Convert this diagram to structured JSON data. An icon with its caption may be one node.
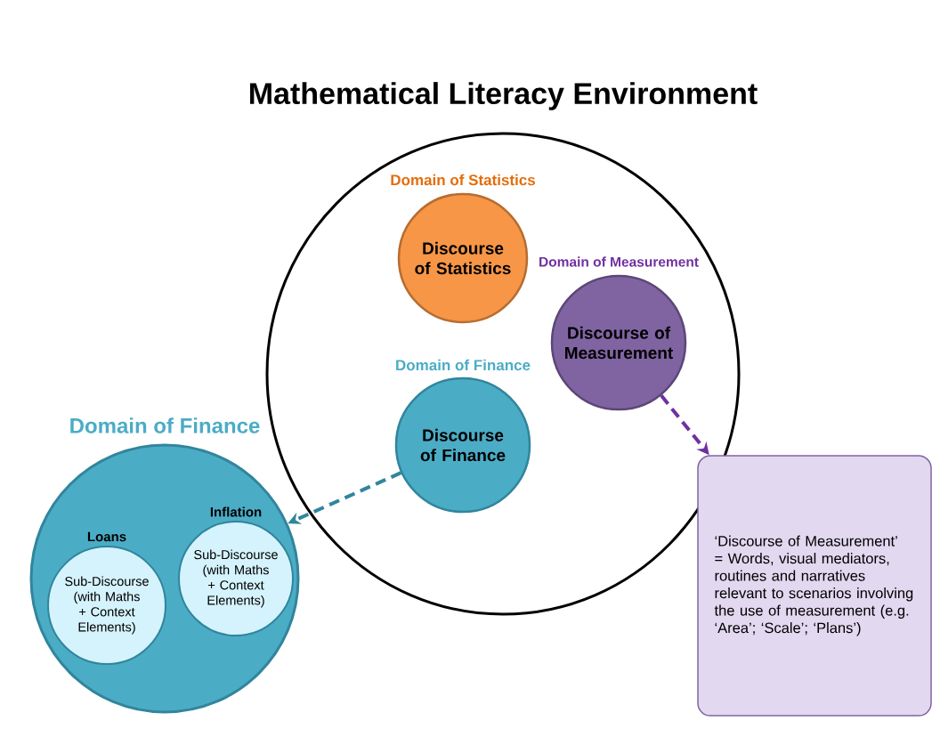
{
  "diagram": {
    "nodes": [
      {
        "text": [
          "Mathematical Literacy Environment"
        ]
      },
      {
        "text": [
          "Domain of Statistics",
          "Discourse of Statistics"
        ],
        "in": 0
      },
      {
        "text": [
          "Domain of Measurement",
          "Discourse of Measurement"
        ],
        "in": 0
      },
      {
        "text": [
          "Domain of Finance",
          "Discourse of Finance"
        ],
        "in": 0
      },
      {
        "text": [
          "Domain of Finance"
        ]
      },
      {
        "text": [
          "Loans",
          "Sub-Discourse (with Maths + Context Elements)"
        ],
        "in": 4
      },
      {
        "text": [
          "Inflation",
          "Sub-Discourse (with Maths + Context Elements)"
        ],
        "in": 4
      },
      {
        "text": [
          "‘Discourse of Measurement’ = Words, visual mediators, routines and narratives relevant to scenarios involving the use of measurement (e.g. ‘Area’; ‘Scale’; ‘Plans’)"
        ]
      }
    ],
    "edges": [
      {
        "from": 3,
        "to": 4,
        "arrow": "to",
        "style": "dashed",
        "color": "#31859c"
      },
      {
        "from": 2,
        "to": 7,
        "arrow": "to",
        "style": "dashed",
        "color": "#7030a0"
      }
    ]
  }
}
